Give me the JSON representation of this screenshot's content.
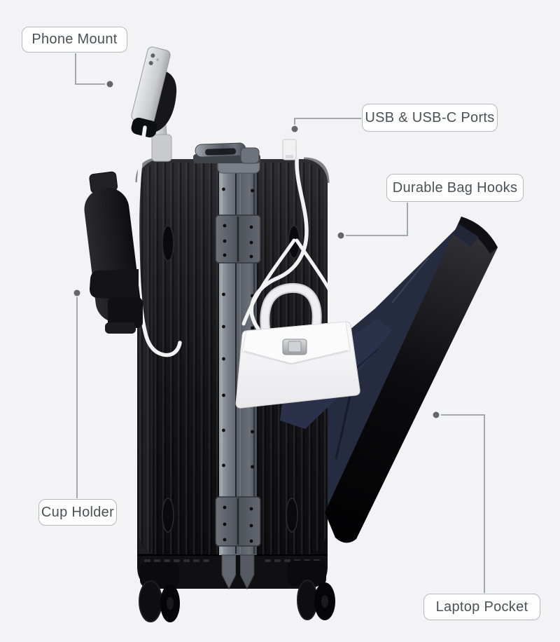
{
  "page": {
    "background": "#f3f3f6",
    "description": "Annotated product image of a black aluminum-frame carry-on suitcase with accessories"
  },
  "callouts": [
    {
      "id": "phone-mount",
      "label": "Phone Mount"
    },
    {
      "id": "usb-ports",
      "label": "USB & USB-C Ports"
    },
    {
      "id": "bag-hooks",
      "label": "Durable Bag Hooks"
    },
    {
      "id": "cup-holder",
      "label": "Cup Holder"
    },
    {
      "id": "laptop-pocket",
      "label": "Laptop Pocket"
    }
  ],
  "illustration": {
    "subject": "black hardshell suitcase",
    "visible_parts": [
      "phone mounted on telescopic handle",
      "white usb charging cable plugged into top ports",
      "white handbag hanging from side bag hook",
      "black water bottle in side cup holder",
      "open front laptop pocket with dark fabric lining",
      "aluminum center frame with hinges",
      "four spinner wheels"
    ]
  },
  "style": {
    "label_background": "#fdfdfe",
    "label_border": "#b6b9bf",
    "label_text_color": "#4d5056",
    "connector_color": "#9a9da3",
    "dot_color": "#64676d",
    "case_color": "#151517",
    "frame_color": "#6e737b",
    "pocket_lining_color": "#262c40",
    "cable_color": "#f2f2f3",
    "handbag_color": "#f8f8f9"
  }
}
